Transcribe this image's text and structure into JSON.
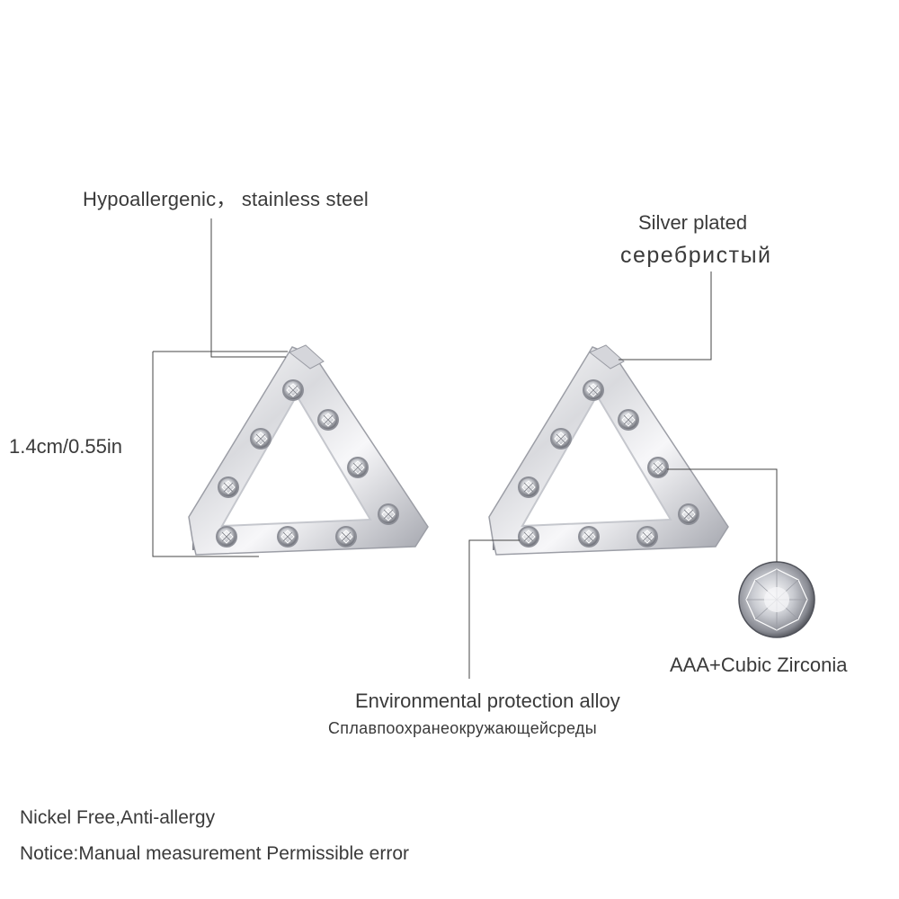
{
  "labels": {
    "material": "Hypoallergenic， stainless steel",
    "plating_en": "Silver plated",
    "plating_ru": "серебристый",
    "size": "1.4cm/0.55in",
    "stone": "AAA+Cubic Zirconia",
    "alloy_en": "Environmental protection alloy",
    "alloy_ru": "Сплавпоохранеокружающейсреды",
    "nickel": "Nickel Free,Anti-allergy",
    "notice": "Notice:Manual measurement Permissible error"
  },
  "colors": {
    "background": "#ffffff",
    "text": "#3a3a3a",
    "leader_line": "#444444",
    "metal_light": "#f4f4f6",
    "metal_dark": "#9a9ca4"
  }
}
